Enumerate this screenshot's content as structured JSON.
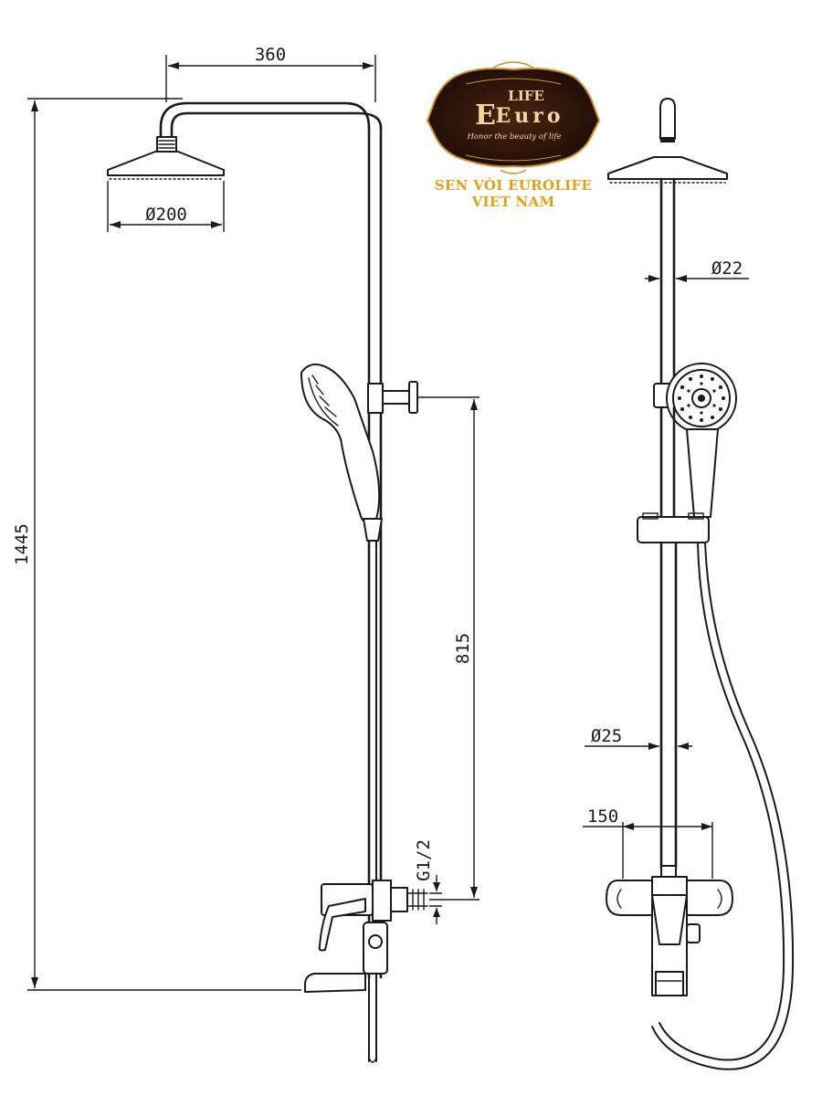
{
  "brand": {
    "logo_top": "LIFE",
    "logo_main": "Euro",
    "logo_initial": "E",
    "tagline": "Honor the beauty of life",
    "name_line1": "SEN VÒI EUROLIFE",
    "name_line2": "VIET NAM",
    "colors": {
      "gold": "#e2a012",
      "logo_bg": "#2a1208",
      "logo_text": "#f2d8a0"
    }
  },
  "dimensions": {
    "arm_reach": "360",
    "head_diameter": "Ø200",
    "total_height": "1445",
    "bar_length": "815",
    "inlet_thread": "G1/2",
    "top_pipe_diameter": "Ø22",
    "bottom_pipe_diameter": "Ø25",
    "mixer_center": "150"
  },
  "icons": {
    "line": "#1a1a1a"
  }
}
